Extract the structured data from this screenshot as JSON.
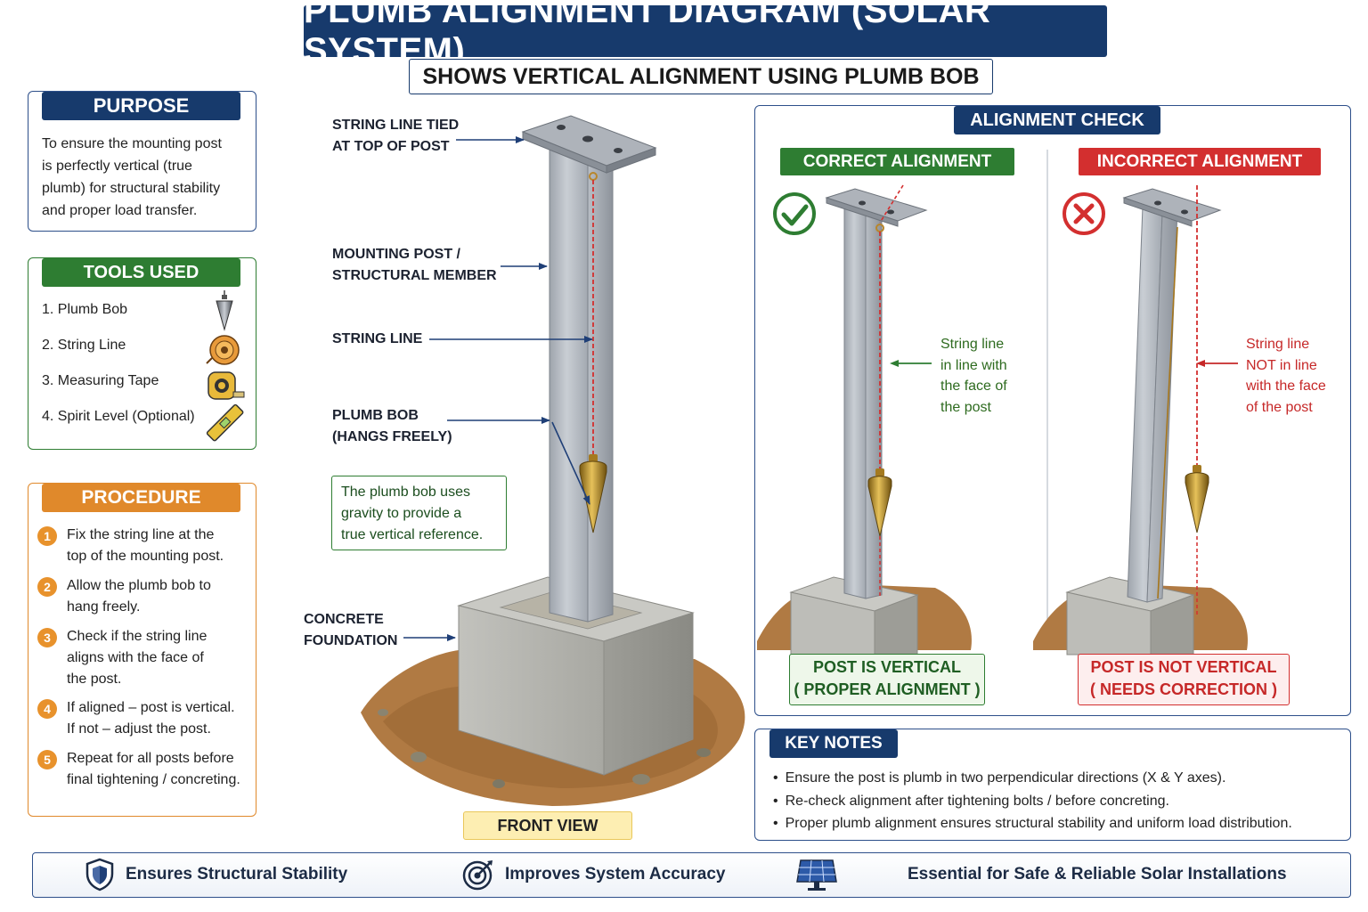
{
  "title": "PLUMB ALIGNMENT DIAGRAM (SOLAR SYSTEM)",
  "subtitle": "SHOWS VERTICAL ALIGNMENT USING PLUMB BOB",
  "purpose": {
    "heading": "PURPOSE",
    "lines": [
      "To ensure the mounting post",
      "is perfectly vertical (true",
      "plumb) for structural stability",
      "and proper load transfer."
    ]
  },
  "tools": {
    "heading": "TOOLS USED",
    "items": [
      {
        "label": "1. Plumb Bob",
        "icon": "plumb-bob-icon"
      },
      {
        "label": "2. String Line",
        "icon": "string-line-reel-icon"
      },
      {
        "label": "3. Measuring Tape",
        "icon": "measuring-tape-icon"
      },
      {
        "label": "4. Spirit Level (Optional)",
        "icon": "spirit-level-icon"
      }
    ]
  },
  "procedure": {
    "heading": "PROCEDURE",
    "steps": [
      {
        "num": "1",
        "lines": [
          "Fix the string line at the",
          "top of the mounting post."
        ]
      },
      {
        "num": "2",
        "lines": [
          "Allow the plumb bob to",
          "hang freely."
        ]
      },
      {
        "num": "3",
        "lines": [
          "Check if the string line",
          "aligns with the face of",
          "the post."
        ]
      },
      {
        "num": "4",
        "lines": [
          "If aligned – post is vertical.",
          "If not – adjust the post."
        ]
      },
      {
        "num": "5",
        "lines": [
          "Repeat for all posts before",
          "final tightening / concreting."
        ]
      }
    ]
  },
  "front_view": {
    "labels": {
      "string_tied": [
        "STRING LINE TIED",
        "AT TOP OF POST"
      ],
      "mounting_post": [
        "MOUNTING POST /",
        "STRUCTURAL MEMBER"
      ],
      "string_line": [
        "STRING LINE"
      ],
      "plumb_bob": [
        "PLUMB BOB",
        "(HANGS FREELY)"
      ],
      "concrete": [
        "CONCRETE",
        "FOUNDATION"
      ]
    },
    "note_lines": [
      "The plumb bob uses",
      "gravity to provide a",
      "true vertical reference."
    ],
    "caption": "FRONT VIEW"
  },
  "alignment_check": {
    "heading": "ALIGNMENT CHECK",
    "correct": {
      "tag": "CORRECT ALIGNMENT",
      "icon": "check-circle-icon",
      "side_lines": [
        "String line",
        "in line with",
        "the face of",
        "the post"
      ],
      "verdict_lines": [
        "POST IS VERTICAL",
        "( PROPER ALIGNMENT )"
      ]
    },
    "incorrect": {
      "tag": "INCORRECT ALIGNMENT",
      "icon": "x-circle-icon",
      "side_lines": [
        "String line",
        "NOT in line",
        "with the face",
        "of the post"
      ],
      "verdict_lines": [
        "POST IS NOT VERTICAL",
        "( NEEDS CORRECTION )"
      ]
    }
  },
  "key_notes": {
    "heading": "KEY NOTES",
    "items": [
      "Ensure the post is plumb in two perpendicular directions (X & Y axes).",
      "Re-check alignment after tightening bolts / before concreting.",
      "Proper plumb alignment ensures structural stability and uniform load distribution."
    ]
  },
  "footer": [
    {
      "label": "Ensures Structural Stability",
      "icon": "shield-icon"
    },
    {
      "label": "Improves System Accuracy",
      "icon": "target-icon"
    },
    {
      "label": "Essential for Safe & Reliable Solar Installations",
      "icon": "solar-panel-icon"
    }
  ],
  "colors": {
    "navy": "#173a6c",
    "green": "#2e7d32",
    "orange": "#e0892b",
    "red": "#d32f2f",
    "string_red": "#d32f2f"
  }
}
